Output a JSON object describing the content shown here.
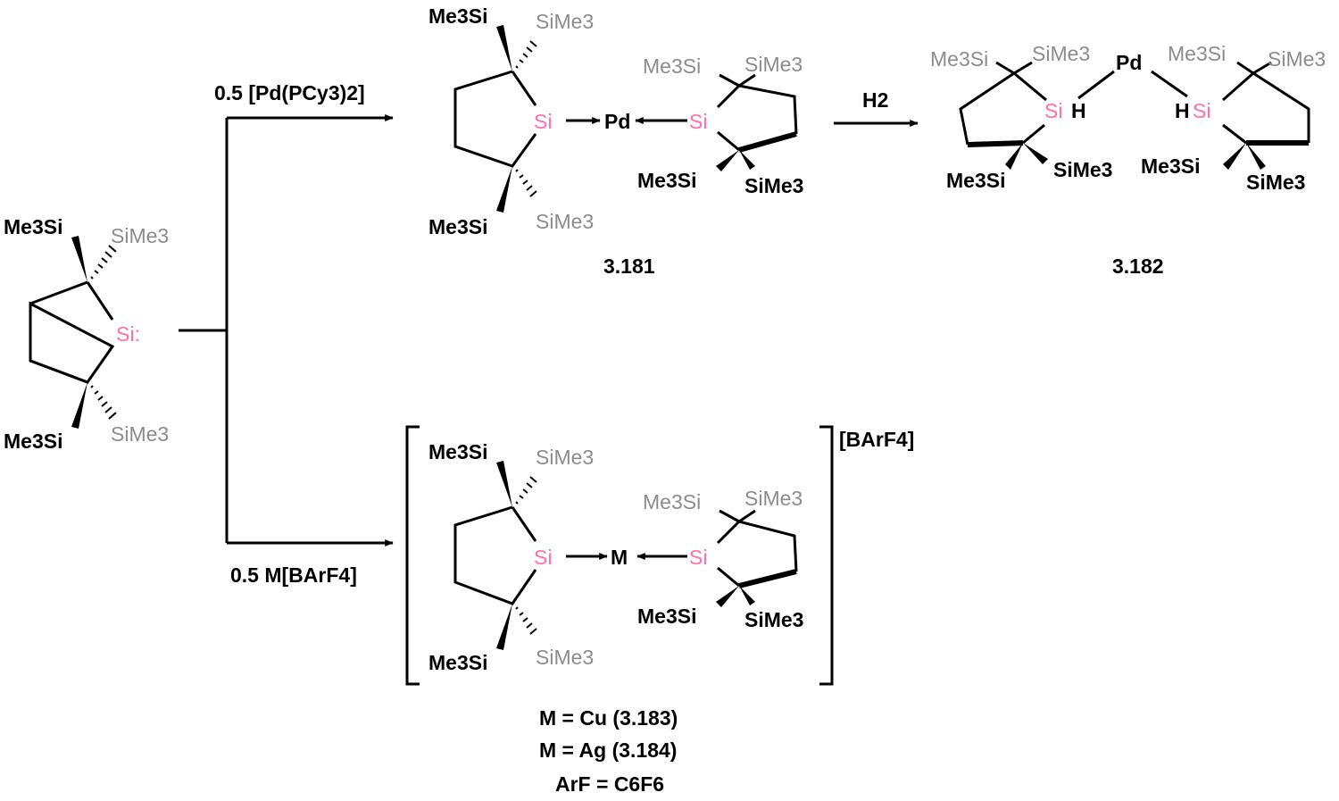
{
  "scheme": {
    "reagents": {
      "top_arrow_label": "0.5 [Pd(PCy3)2]",
      "bottom_arrow_label": "0.5 M[BArF4]",
      "h2_label": "H2"
    },
    "compounds": {
      "silylene_label": "Si:",
      "compound_3181_id": "3.181",
      "compound_3182_id": "3.182",
      "metal_pd": "Pd",
      "metal_m": "M",
      "counterion": "[BArF4]",
      "sih_right": "SiH",
      "sih_left": "HSi"
    },
    "substituents": {
      "me3si": "Me3Si",
      "sime3": "SiMe3",
      "si": "Si"
    },
    "legend": {
      "cu": "M = Cu (3.183)",
      "ag": "M = Ag (3.184)",
      "arf": "ArF = C6F6"
    },
    "colors": {
      "silicon": "#ff6fa8",
      "grey_substituent": "#8c8c8c",
      "bonds": "#000000"
    }
  }
}
